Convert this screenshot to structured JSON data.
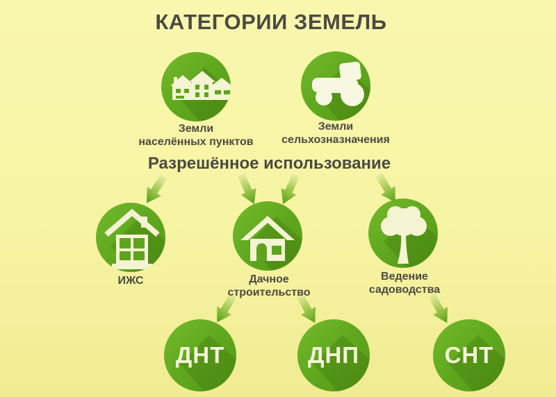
{
  "title": "КАТЕГОРИИ ЗЕМЕЛЬ",
  "subtitle": "Разрешённое использование",
  "colors": {
    "background": "#f7f4a4",
    "circle_green": "#5fa81d",
    "circle_green_light": "#72b82b",
    "circle_green_dark": "#4e8f15",
    "arrow_green_tip": "#55a011",
    "arrow_green_tail": "#e9eda0",
    "text_dark": "#4b4a42",
    "icon_cream": "#f4f4d3"
  },
  "categories": {
    "settlement": {
      "line1": "Земли",
      "line2": "населённых пунктов",
      "icon": "houses-icon"
    },
    "agricultural": {
      "line1": "Земли",
      "line2": "сельхозназначения",
      "icon": "tractor-icon"
    }
  },
  "uses": {
    "izhs": {
      "line1": "ИЖС",
      "line2": "",
      "icon": "two-story-house-icon"
    },
    "dacha": {
      "line1": "Дачное",
      "line2": "строительство",
      "icon": "cottage-icon"
    },
    "gardening": {
      "line1": "Ведение",
      "line2": "садоводства",
      "icon": "tree-icon"
    }
  },
  "partnerships": {
    "dnt": {
      "label": "ДНТ"
    },
    "dnp": {
      "label": "ДНП"
    },
    "snt": {
      "label": "СНТ"
    }
  },
  "connections": [
    {
      "from": "subtitle",
      "to": "izhs"
    },
    {
      "from": "subtitle",
      "to": "dacha-left"
    },
    {
      "from": "subtitle",
      "to": "dacha-right"
    },
    {
      "from": "subtitle",
      "to": "gardening"
    },
    {
      "from": "dacha",
      "to": "dnt"
    },
    {
      "from": "dacha",
      "to": "dnp"
    },
    {
      "from": "gardening",
      "to": "snt"
    }
  ]
}
